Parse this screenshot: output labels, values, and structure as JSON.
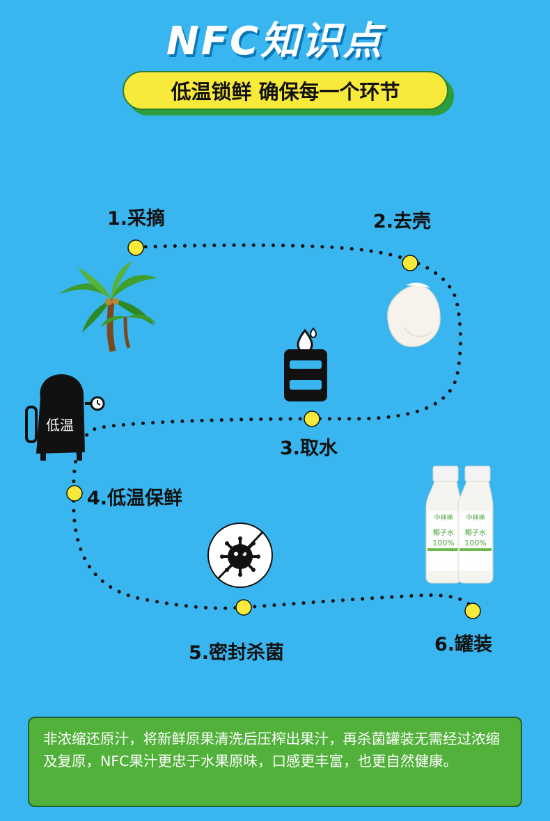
{
  "header": {
    "title": "NFC知识点",
    "subtitle": "低温锁鲜 确保每一个环节"
  },
  "steps": [
    {
      "label": "1.采摘",
      "icon": "palm-tree-icon"
    },
    {
      "label": "2.去壳",
      "icon": "coconut-icon"
    },
    {
      "label": "3.取水",
      "icon": "water-container-icon"
    },
    {
      "label": "4.低温保鲜",
      "icon": "cold-storage-icon",
      "icon_text": "低温"
    },
    {
      "label": "5.密封杀菌",
      "icon": "no-germs-icon"
    },
    {
      "label": "6.罐装",
      "icon": "bottles-icon"
    }
  ],
  "bottles": {
    "brand": "中林禅",
    "product": "椰子水",
    "percent": "100%"
  },
  "description": "非浓缩还原汁，将新鲜原果清洗后压榨出果汁，再杀菌罐装无需经过浓缩及复原，NFC果汁更忠于水果原味，口感更丰富，也更自然健康。",
  "colors": {
    "background": "#39b6ef",
    "marker": "#f7ea3a",
    "description_box": "#52b13a"
  }
}
